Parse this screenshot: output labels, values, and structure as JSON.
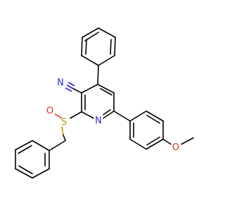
{
  "molecule": {
    "atoms": {
      "nitrile_n": "N",
      "pyridine_n": "N",
      "sulfoxide_s": "S",
      "sulfoxide_o": "O",
      "methoxy_o": "O"
    },
    "colors": {
      "nitrogen": "#2b2bd9",
      "sulfur": "#b59a00",
      "oxygen": "#e0301e",
      "carbon": "#000000"
    }
  }
}
